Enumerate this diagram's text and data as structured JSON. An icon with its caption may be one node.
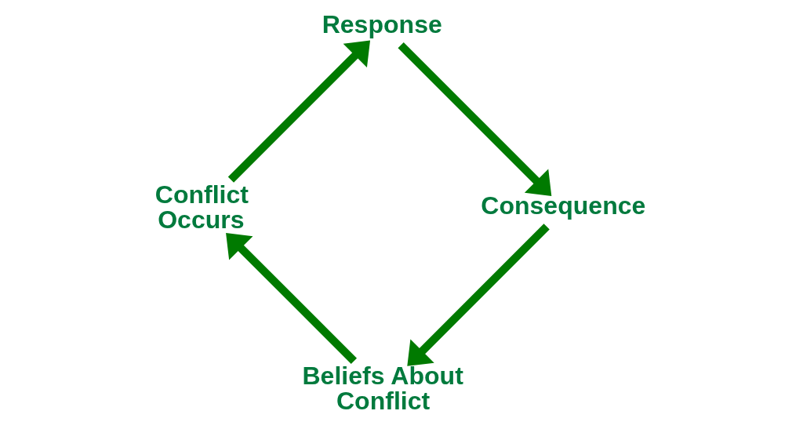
{
  "diagram": {
    "nodes": [
      {
        "text": [
          "Beliefs About Conflict"
        ]
      },
      {
        "text": [
          "Conflict Occurs"
        ]
      },
      {
        "text": [
          "Response"
        ]
      },
      {
        "text": [
          "Consequence"
        ]
      }
    ],
    "edges": [
      {
        "from": 0,
        "to": 1,
        "arrow": "to"
      },
      {
        "from": 1,
        "to": 2,
        "arrow": "to"
      },
      {
        "from": 2,
        "to": 3,
        "arrow": "to"
      },
      {
        "from": 3,
        "to": 0,
        "arrow": "to"
      }
    ]
  }
}
